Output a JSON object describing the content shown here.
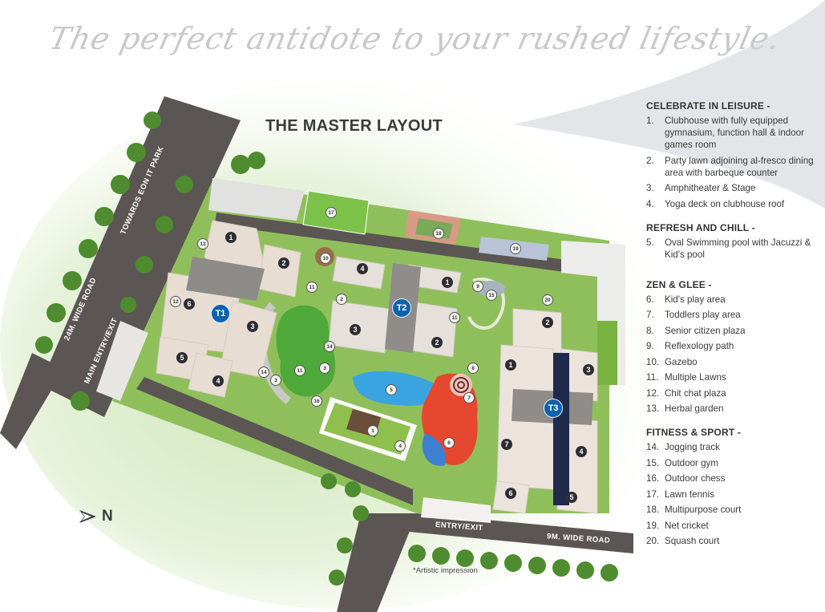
{
  "header": {
    "tagline": "The perfect antidote to your rushed lifestyle.",
    "title": "THE MASTER LAYOUT"
  },
  "compass": {
    "icon": "north-arrow-icon",
    "label": "N"
  },
  "roads": {
    "main_road": "24M. WIDE ROAD",
    "towards": "TOWARDS EON IT PARK",
    "main_entry": "MAIN ENTRY/EXIT",
    "entry_exit": "ENTRY/EXIT",
    "side_road": "9M. WIDE ROAD"
  },
  "note": "*Artistic impression",
  "towers": [
    {
      "label": "T1"
    },
    {
      "label": "T2"
    },
    {
      "label": "T3"
    }
  ],
  "legend": {
    "sections": [
      {
        "title": "CELEBRATE IN LEISURE -",
        "items": [
          {
            "num": "1.",
            "text": "Clubhouse with fully equipped gymnasium, function hall & indoor games room"
          },
          {
            "num": "2.",
            "text": "Party lawn adjoining al-fresco dining area with barbeque counter"
          },
          {
            "num": "3.",
            "text": "Amphitheater & Stage"
          },
          {
            "num": "4.",
            "text": "Yoga deck on clubhouse roof"
          }
        ]
      },
      {
        "title": "REFRESH AND CHILL -",
        "items": [
          {
            "num": "5.",
            "text": "Oval Swimming pool with Jacuzzi & Kid's pool"
          }
        ]
      },
      {
        "title": "ZEN & GLEE -",
        "items": [
          {
            "num": "6.",
            "text": "Kid's play area"
          },
          {
            "num": "7.",
            "text": "Toddlers play area"
          },
          {
            "num": "8.",
            "text": "Senior citizen plaza"
          },
          {
            "num": "9.",
            "text": "Reflexology path"
          },
          {
            "num": "10.",
            "text": "Gazebo"
          },
          {
            "num": "11.",
            "text": "Multiple Lawns"
          },
          {
            "num": "12.",
            "text": "Chit chat plaza"
          },
          {
            "num": "13.",
            "text": "Herbal garden"
          }
        ]
      },
      {
        "title": "FITNESS & SPORT -",
        "items": [
          {
            "num": "14.",
            "text": "Jogging track"
          },
          {
            "num": "15.",
            "text": "Outdoor gym"
          },
          {
            "num": "16.",
            "text": "Outdoor chess"
          },
          {
            "num": "17.",
            "text": "Lawn tennis"
          },
          {
            "num": "18.",
            "text": "Multipurpose court"
          },
          {
            "num": "19.",
            "text": "Net cricket"
          },
          {
            "num": "20.",
            "text": "Squash court"
          }
        ]
      }
    ]
  },
  "markers": {
    "t1_wings": [
      "1",
      "2",
      "3",
      "4",
      "5",
      "6"
    ],
    "t2_wings": [
      "1",
      "2",
      "3",
      "4"
    ],
    "t3_wings": [
      "1",
      "2",
      "3",
      "4",
      "5",
      "6",
      "7"
    ],
    "amenities": [
      "1",
      "2",
      "3",
      "4",
      "5",
      "6",
      "7",
      "8",
      "9",
      "10",
      "11",
      "12",
      "13",
      "14",
      "15",
      "16",
      "17",
      "18",
      "19",
      "20"
    ]
  },
  "colors": {
    "tower_badge": "#0d62ad",
    "lawn": "#5aa63a",
    "pool": "#3aa4e0",
    "road": "#5b5553",
    "heading": "#333333"
  }
}
